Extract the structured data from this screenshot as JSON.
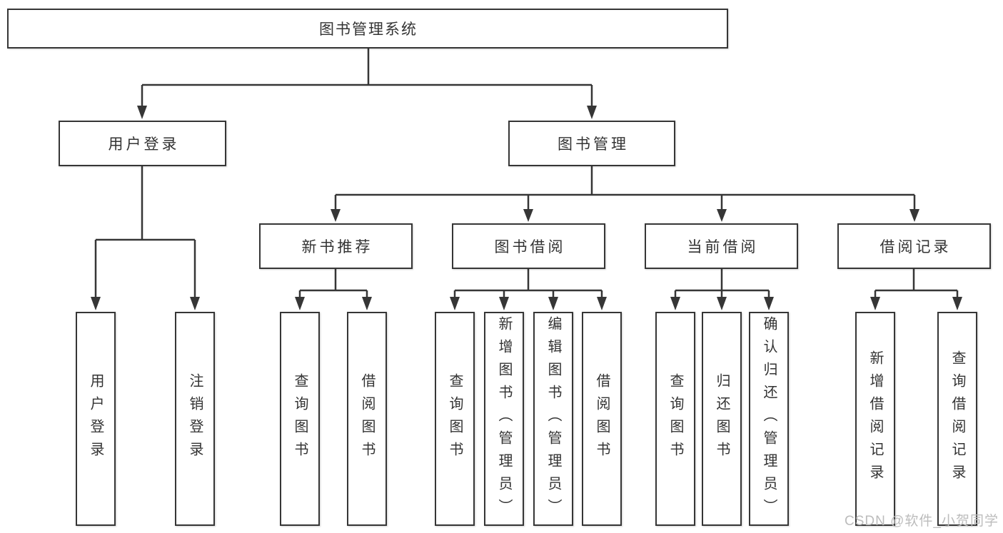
{
  "diagram_type": "hierarchy-tree",
  "colors": {
    "line": "#363636",
    "text": "#333333",
    "background": "#ffffff",
    "watermark": "#bcbcbc"
  },
  "tree": {
    "label": "图书管理系统",
    "children": [
      {
        "label": "用户登录",
        "children": [
          {
            "label": "用户登录"
          },
          {
            "label": "注销登录"
          }
        ]
      },
      {
        "label": "图书管理",
        "children": [
          {
            "label": "新书推荐",
            "children": [
              {
                "label": "查询图书"
              },
              {
                "label": "借阅图书"
              }
            ]
          },
          {
            "label": "图书借阅",
            "children": [
              {
                "label": "查询图书"
              },
              {
                "label": "新增图书（管理员）"
              },
              {
                "label": "编辑图书（管理员）"
              },
              {
                "label": "借阅图书"
              }
            ]
          },
          {
            "label": "当前借阅",
            "children": [
              {
                "label": "查询图书"
              },
              {
                "label": "归还图书"
              },
              {
                "label": "确认归还（管理员）"
              }
            ]
          },
          {
            "label": "借阅记录",
            "children": [
              {
                "label": "新增借阅记录"
              },
              {
                "label": "查询借阅记录"
              }
            ]
          }
        ]
      }
    ]
  },
  "watermark": {
    "text": "CSDN @软件_小贺同学"
  }
}
